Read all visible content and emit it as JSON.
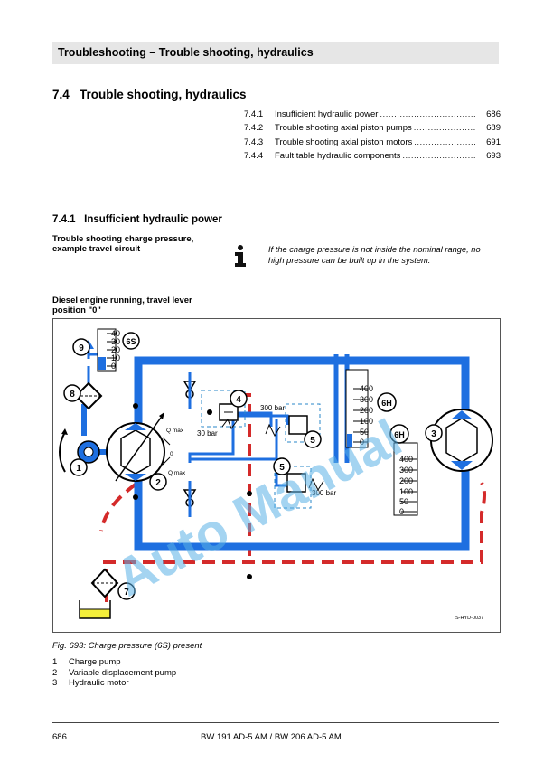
{
  "header": {
    "title": "Troubleshooting – Trouble shooting, hydraulics"
  },
  "section": {
    "number": "7.4",
    "title": "Trouble shooting, hydraulics"
  },
  "toc": [
    {
      "num": "7.4.1",
      "text": "Insufficient hydraulic power",
      "page": "686"
    },
    {
      "num": "7.4.2",
      "text": "Trouble shooting axial piston pumps",
      "page": "689"
    },
    {
      "num": "7.4.3",
      "text": "Trouble shooting axial piston motors",
      "page": "691"
    },
    {
      "num": "7.4.4",
      "text": "Fault table hydraulic components",
      "page": "693"
    }
  ],
  "subsection": {
    "number": "7.4.1",
    "title": "Insufficient hydraulic power"
  },
  "labels": {
    "charge_test": "Trouble shooting charge pressure, example travel circuit",
    "engine_state": "Diesel engine running, travel lever position \"0\""
  },
  "note": {
    "text": "If the charge pressure is not inside the nominal range, no high pressure can be built up in the system."
  },
  "diagram": {
    "gauge_6s_ticks": [
      "40",
      "30",
      "20",
      "10",
      "0"
    ],
    "gauge_6h_ticks": [
      "400",
      "300",
      "200",
      "100",
      "50",
      "0"
    ],
    "labels": {
      "qmax_top": "Q max",
      "qmax_bottom": "Q max",
      "zero": "0",
      "bar30": "30 bar",
      "bar300_top": "300 bar",
      "bar300_bottom": "300 bar",
      "code": "S-HYD-0037",
      "watermark": "Auto Manual"
    },
    "callouts": [
      "1",
      "2",
      "3",
      "4",
      "5",
      "5",
      "6S",
      "6H",
      "6H",
      "7",
      "8",
      "9"
    ]
  },
  "caption": {
    "text": "Fig.  693: Charge pressure (6S) present"
  },
  "legend": [
    {
      "num": "1",
      "text": "Charge pump"
    },
    {
      "num": "2",
      "text": "Variable displacement pump"
    },
    {
      "num": "3",
      "text": "Hydraulic motor"
    }
  ],
  "footer": {
    "page": "686",
    "model": "BW 191 AD-5 AM / BW 206 AD-5 AM"
  },
  "colors": {
    "pressure_line": "#1e6fe0",
    "return_line": "#d42a2a",
    "header_bg": "#e6e6e6",
    "tank": "#f4ef3a",
    "watermark": "#5ab0e6"
  }
}
